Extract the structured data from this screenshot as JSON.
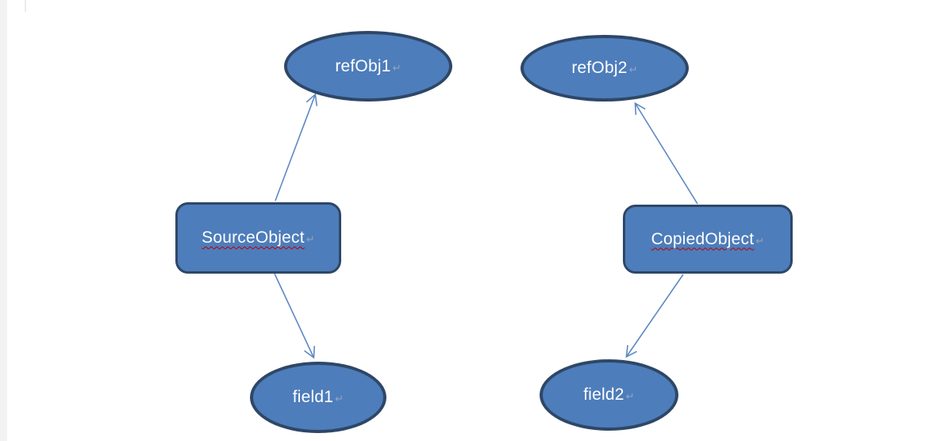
{
  "nodes": {
    "refObj1": {
      "label": "refObj1",
      "shape": "ellipse"
    },
    "refObj2": {
      "label": "refObj2",
      "shape": "ellipse"
    },
    "SourceObject": {
      "label": "SourceObject",
      "shape": "rounded-rectangle",
      "misspelled": true
    },
    "CopiedObject": {
      "label": "CopiedObject",
      "shape": "rounded-rectangle",
      "misspelled": true
    },
    "field1": {
      "label": "field1",
      "shape": "ellipse"
    },
    "field2": {
      "label": "field2",
      "shape": "ellipse"
    }
  },
  "edges": [
    {
      "from": "SourceObject",
      "to": "refObj1"
    },
    {
      "from": "SourceObject",
      "to": "field1"
    },
    {
      "from": "CopiedObject",
      "to": "refObj2"
    },
    {
      "from": "CopiedObject",
      "to": "field2"
    }
  ],
  "marks": {
    "return_glyph": "↵"
  },
  "colors": {
    "node-fill": "#4d7dbb",
    "node-border": "#2e4767",
    "arrow": "#5d88c4",
    "label-text": "#ffffff",
    "spellcheck": "#c00000",
    "return-mark": "#93a5bd",
    "page-margin": "#f2f2f2",
    "background": "#ffffff"
  }
}
